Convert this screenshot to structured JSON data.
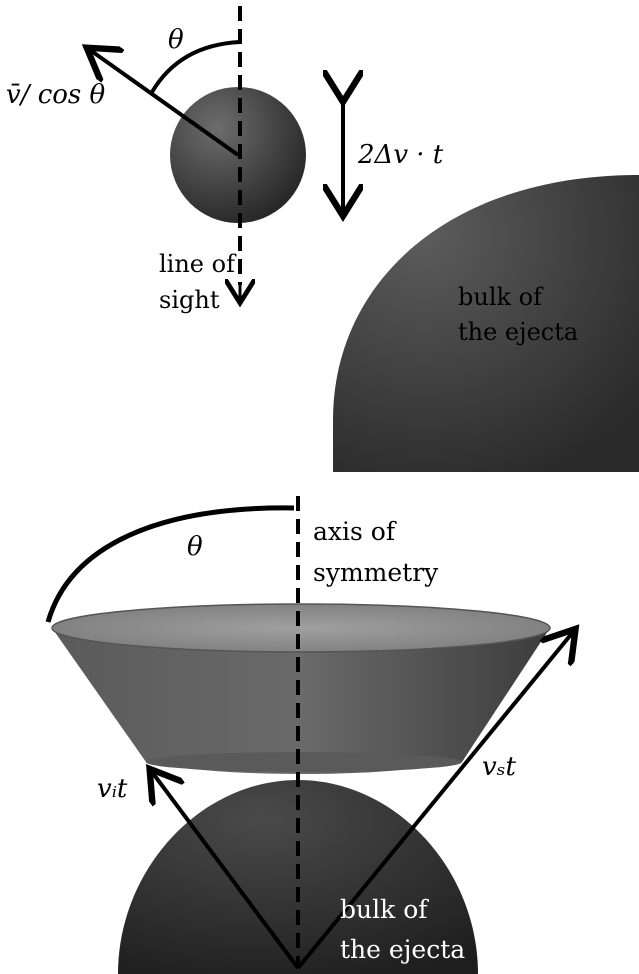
{
  "top_panel": {
    "angle_label": "θ",
    "velocity_label": "v̄/ cos θ",
    "thickness_label": "2Δv · t",
    "line_of_sight_label": [
      "line of",
      "sight"
    ],
    "bulk_label": [
      "bulk of",
      "the ejecta"
    ]
  },
  "bottom_panel": {
    "angle_label": "θ",
    "axis_label": [
      "axis of",
      "symmetry"
    ],
    "inner_velocity_label": "vᵢt",
    "outer_velocity_label": "vₛt",
    "bulk_label": [
      "bulk of",
      "the ejecta"
    ]
  },
  "colors": {
    "sphere_dark": "#2a2a2a",
    "sphere_light": "#6a6a6a",
    "cone_rim": "#8a8a8a",
    "stroke": "#000000"
  }
}
